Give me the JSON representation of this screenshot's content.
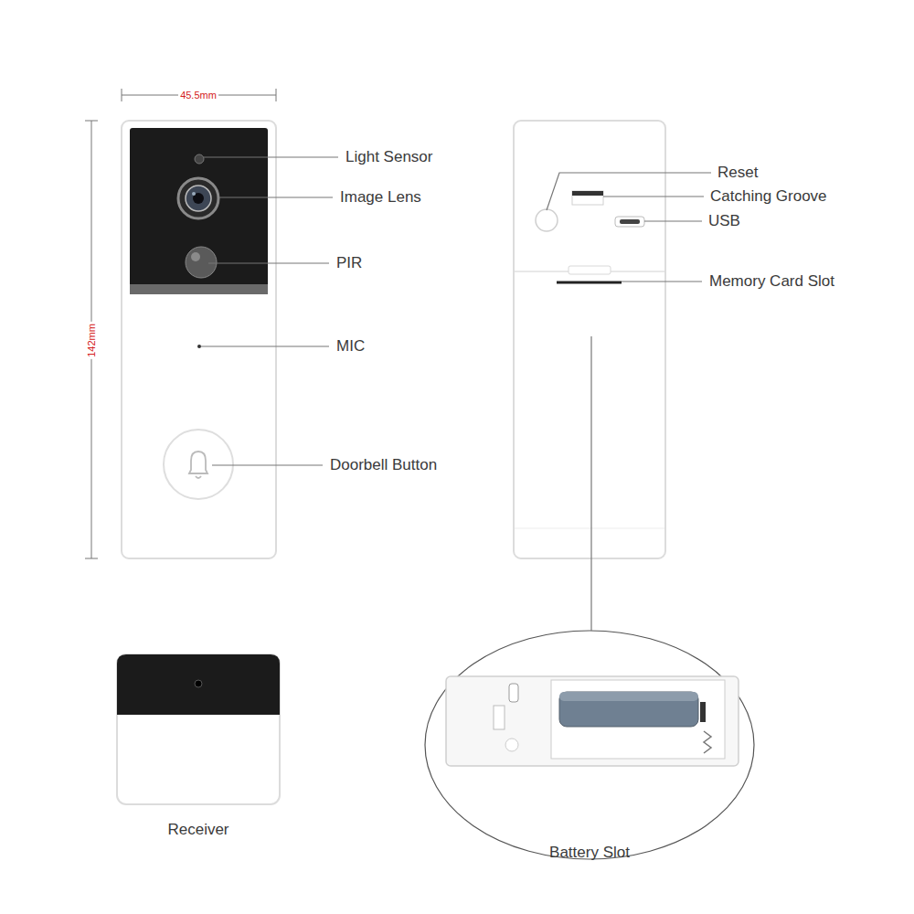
{
  "diagram": {
    "labels": [
      "45.5mm",
      "142mm",
      "Light Sensor",
      "Image Lens",
      "PIR",
      "MIC",
      "Doorbell Button",
      "Reset",
      "Catching Groove",
      "USB",
      "Memory Card Slot",
      "Receiver",
      "Battery Slot"
    ]
  }
}
